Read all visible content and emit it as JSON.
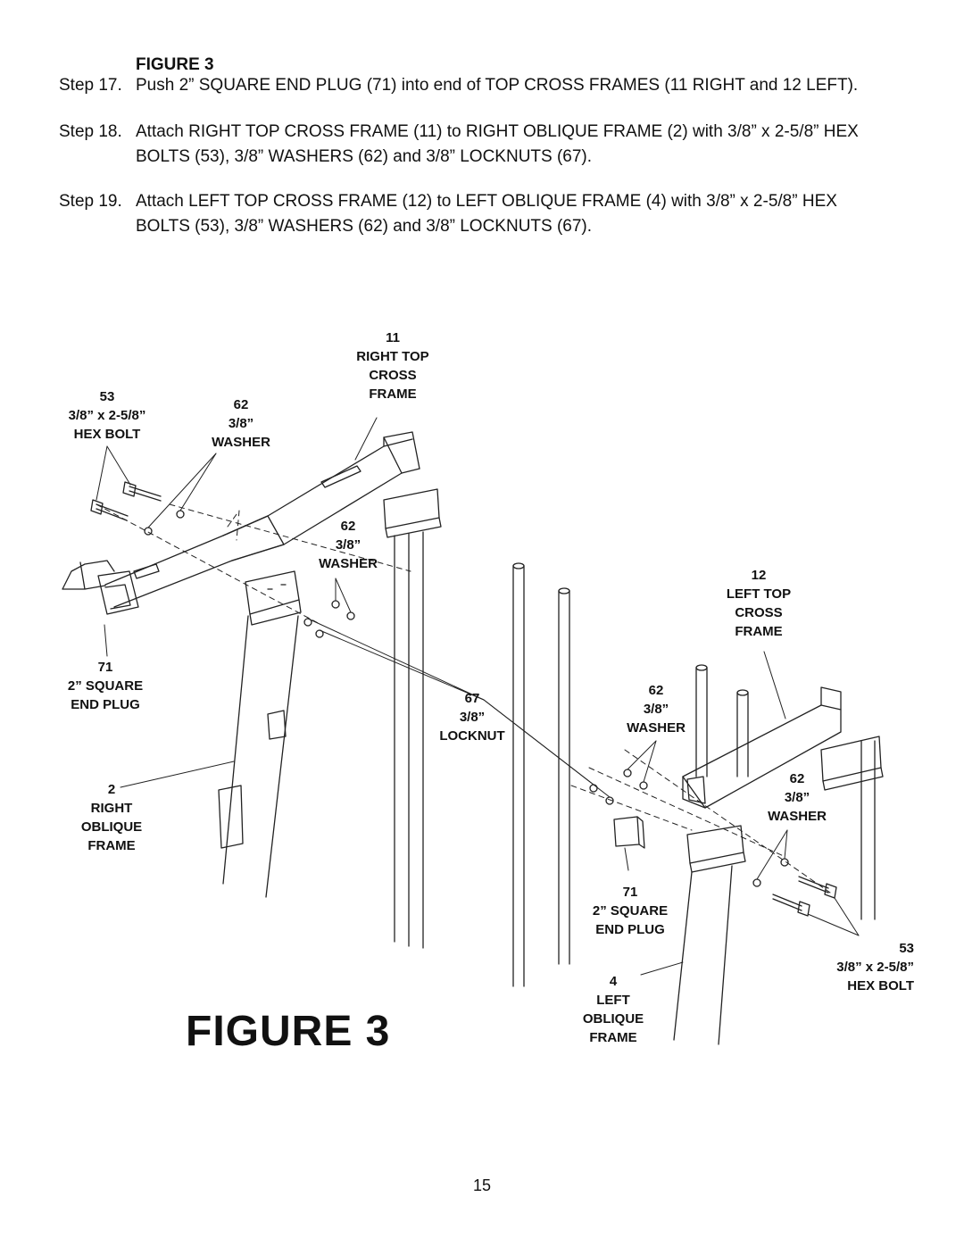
{
  "header": {
    "figure_label": "FIGURE 3"
  },
  "steps": [
    {
      "number": "Step 17.",
      "line1": "Push 2” SQUARE END PLUG (71) into end of TOP CROSS FRAMES (11 RIGHT and 12 LEFT).",
      "line2": ""
    },
    {
      "number": "Step 18.",
      "line1": "Attach RIGHT TOP CROSS FRAME (11) to RIGHT OBLIQUE FRAME (2) with 3/8” x 2-5/8” HEX",
      "line2": "BOLTS (53), 3/8” WASHERS (62) and 3/8” LOCKNUTS (67)."
    },
    {
      "number": "Step 19.",
      "line1": "Attach LEFT TOP CROSS FRAME (12) to LEFT OBLIQUE FRAME (4) with 3/8” x 2-5/8” HEX",
      "line2": "BOLTS (53), 3/8” WASHERS (62) and 3/8” LOCKNUTS (67)."
    }
  ],
  "labels": {
    "right_top_cross": [
      "11",
      "RIGHT TOP",
      "CROSS",
      "FRAME"
    ],
    "hex_bolt_left": [
      "53",
      "3/8” x 2-5/8”",
      "HEX BOLT"
    ],
    "washer_a": [
      "62",
      "3/8”",
      "WASHER"
    ],
    "washer_b": [
      "62",
      "3/8”",
      "WASHER"
    ],
    "left_top_cross": [
      "12",
      "LEFT TOP",
      "CROSS",
      "FRAME"
    ],
    "end_plug_left": [
      "71",
      "2” SQUARE",
      "END PLUG"
    ],
    "locknut": [
      "67",
      "3/8”",
      "LOCKNUT"
    ],
    "washer_c": [
      "62",
      "3/8”",
      "WASHER"
    ],
    "washer_d": [
      "62",
      "3/8”",
      "WASHER"
    ],
    "right_oblique": [
      "2",
      "RIGHT",
      "OBLIQUE",
      "FRAME"
    ],
    "end_plug_right": [
      "71",
      "2” SQUARE",
      "END PLUG"
    ],
    "hex_bolt_right": [
      "53",
      "3/8” x 2-5/8”",
      "HEX BOLT"
    ],
    "left_oblique": [
      "4",
      "LEFT",
      "OBLIQUE",
      "FRAME"
    ]
  },
  "figure_caption": "FIGURE 3",
  "page_number": "15"
}
